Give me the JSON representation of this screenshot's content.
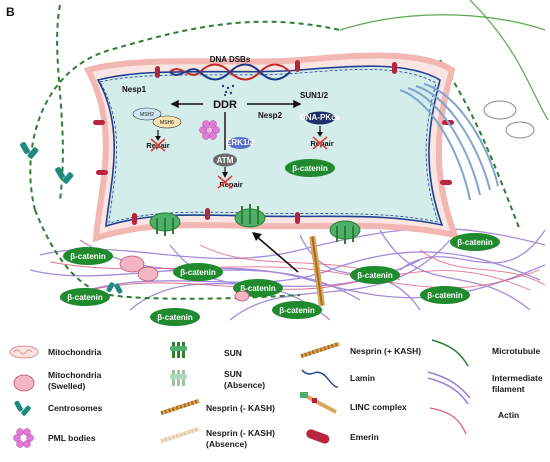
{
  "panel_label": "B",
  "nucleus": {
    "dna_damage": "DNA DSBs",
    "ddr": "DDR",
    "nesp1": "Nesp1",
    "nesp2": "Nesp2",
    "sun12": "SUN1/2",
    "msh2": "MSH2",
    "msh6": "MSH6",
    "erk": "ERK1/2",
    "atm": "ATM",
    "dnapkcs": "DNA-PKcs",
    "repair": "Repair",
    "beta_catenin": "β-catenin"
  },
  "cytoplasm_labels": {
    "beta_catenin": "β-catenin"
  },
  "legend": {
    "mitochondria": "Mitochondria",
    "mito_swelled": [
      "Mitochondria",
      "(Swelled)"
    ],
    "centrosomes": "Centrosomes",
    "pml": "PML bodies",
    "sun": "SUN",
    "sun_absence": [
      "SUN",
      "(Absence)"
    ],
    "nesprin_minus": "Nesprin (- KASH)",
    "nesprin_minus_absence": [
      "Nesprin (- KASH)",
      "(Absence)"
    ],
    "nesprin_plus": "Nesprin (+ KASH)",
    "lamin": "Lamin",
    "linc": "LINC complex",
    "emerin": "Emerin",
    "microtubule": "Microtubule",
    "intermediate": [
      "Intermediate",
      "filament"
    ],
    "actin": "Actin"
  },
  "colors": {
    "nucleus_fill": "#d4ecea",
    "nuclear_envelope": "#f2b7b2",
    "lamin_line": "#1f3f8f",
    "beta_catenin": "#1f8a2e",
    "emerin": "#b8243d",
    "sun": "#4caf6a",
    "intermediate_filament": "#9a7fd6",
    "actin": "#e05a7a",
    "microtubule": "#2e7d32",
    "pml": "#e07ad6"
  }
}
